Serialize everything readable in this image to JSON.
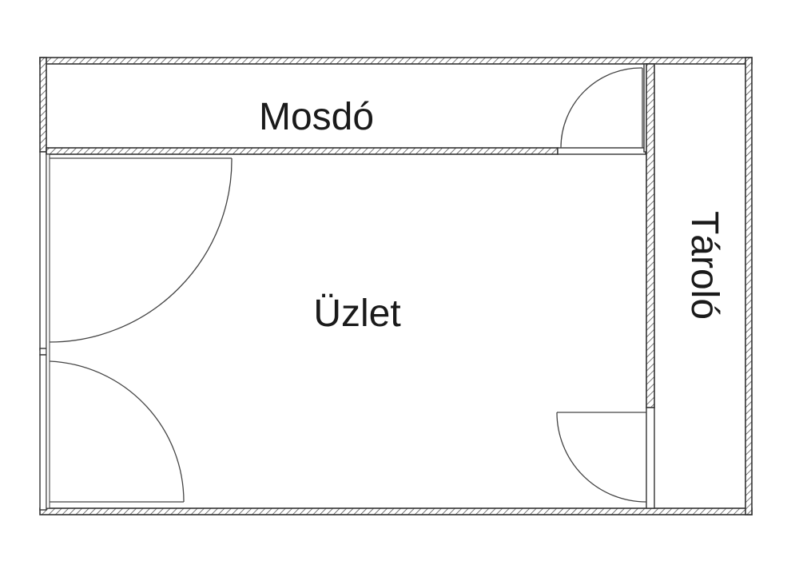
{
  "rooms": {
    "mosdo": "Mosdó",
    "uzlet": "Üzlet",
    "tarolo": "Tároló"
  },
  "colors": {
    "wall_stroke": "#333333",
    "hatch": "#555555",
    "background": "#ffffff",
    "text": "#1a1a1a"
  }
}
